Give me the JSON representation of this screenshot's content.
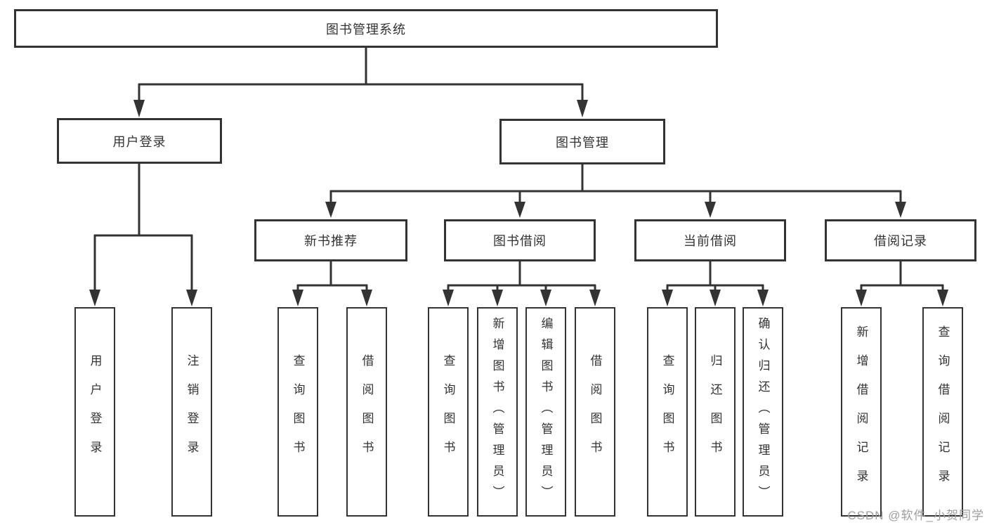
{
  "nodes": {
    "root": "图书管理系统",
    "user_login": {
      "label": "用户登录",
      "children": [
        "用户登录",
        "注销登录"
      ]
    },
    "book_management": {
      "label": "图书管理",
      "sections": [
        {
          "label": "新书推荐",
          "children": [
            "查询图书",
            "借阅图书"
          ]
        },
        {
          "label": "图书借阅",
          "children": [
            "查询图书",
            "新增图书（管理员）",
            "编辑图书（管理员）",
            "借阅图书"
          ]
        },
        {
          "label": "当前借阅",
          "children": [
            "查询图书",
            "归还图书",
            "确认归还（管理员）"
          ]
        },
        {
          "label": "借阅记录",
          "children": [
            "新增借阅记录",
            "查询借阅记录"
          ]
        }
      ]
    }
  },
  "colors": {
    "line": "#333333",
    "box_border": "#333333",
    "text": "#333333",
    "watermark": "#9e9e9e",
    "background": "#ffffff"
  },
  "watermark": "CSDN @软件_小贺同学"
}
